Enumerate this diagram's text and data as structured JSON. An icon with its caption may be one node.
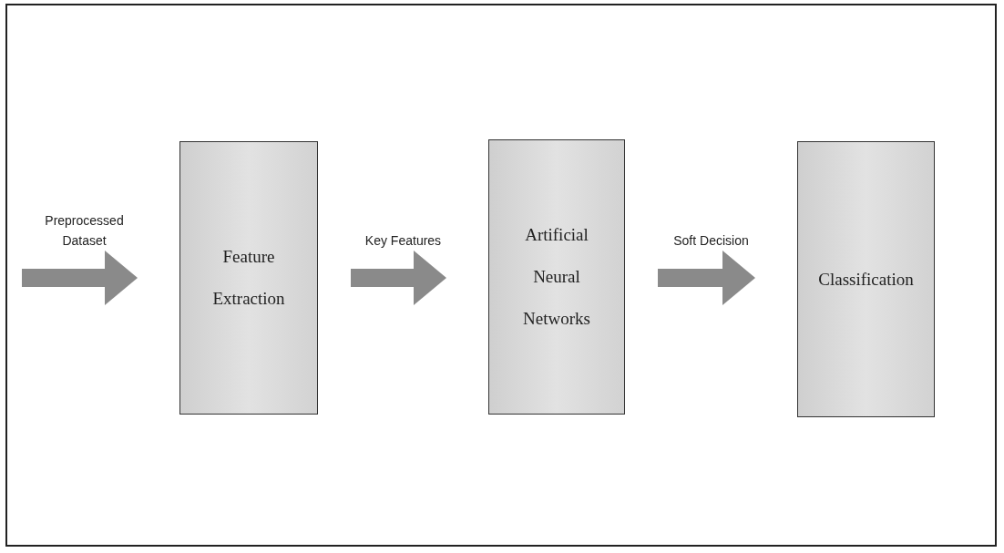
{
  "diagram": {
    "nodes": [
      {
        "text": [
          "Feature Extraction"
        ]
      },
      {
        "text": [
          "Artificial Neural Networks"
        ]
      },
      {
        "text": [
          "Classification"
        ]
      }
    ],
    "edges": [
      {
        "from": null,
        "to": 0,
        "arrow": "to",
        "label": "Preprocessed Dataset"
      },
      {
        "from": 0,
        "to": 1,
        "arrow": "to",
        "label": "Key Features"
      },
      {
        "from": 1,
        "to": 2,
        "arrow": "to",
        "label": "Soft Decision"
      }
    ]
  }
}
